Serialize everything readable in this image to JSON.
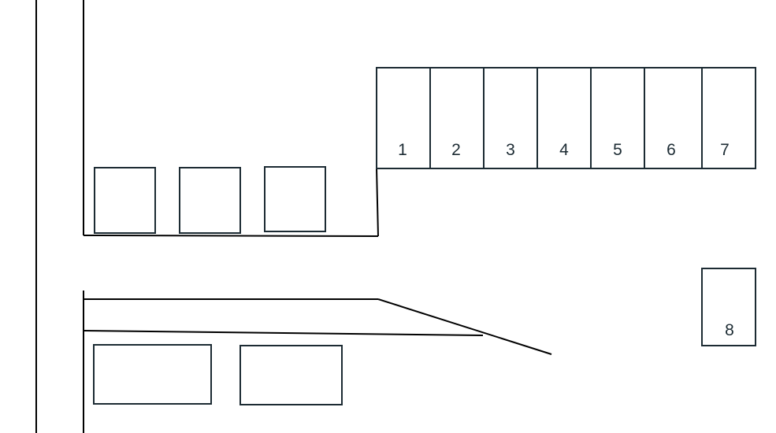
{
  "parking_map": {
    "numbered_spaces": [
      {
        "label": "1"
      },
      {
        "label": "2"
      },
      {
        "label": "3"
      },
      {
        "label": "4"
      },
      {
        "label": "5"
      },
      {
        "label": "6"
      },
      {
        "label": "7"
      }
    ],
    "separate_space": {
      "label": "8"
    }
  },
  "colors": {
    "space_outline": "#1c2b33",
    "road_line": "#000000"
  }
}
